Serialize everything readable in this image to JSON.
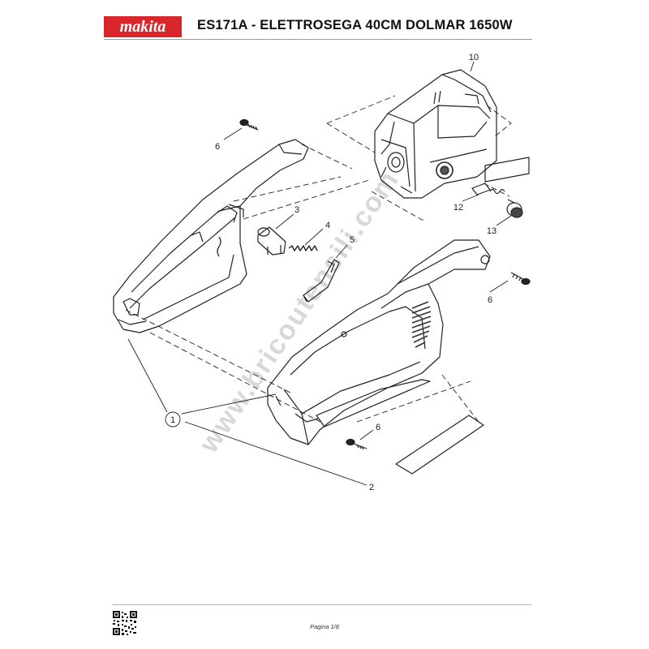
{
  "header": {
    "brand": "makita",
    "title": "ES171A - ELETTROSEGA 40CM DOLMAR 1650W"
  },
  "watermark": "www.bricoutensili.com",
  "callouts": [
    {
      "id": "10",
      "label": "10"
    },
    {
      "id": "6a",
      "label": "6"
    },
    {
      "id": "3",
      "label": "3"
    },
    {
      "id": "4",
      "label": "4"
    },
    {
      "id": "5",
      "label": "5"
    },
    {
      "id": "12",
      "label": "12"
    },
    {
      "id": "13",
      "label": "13"
    },
    {
      "id": "6b",
      "label": "6"
    },
    {
      "id": "1",
      "label": "1"
    },
    {
      "id": "6c",
      "label": "6"
    },
    {
      "id": "2",
      "label": "2"
    }
  ],
  "footer": {
    "page": "Pagina 1/8"
  },
  "colors": {
    "brand_red": "#d8262c",
    "line": "#222222",
    "watermark": "#b8b8b8"
  }
}
